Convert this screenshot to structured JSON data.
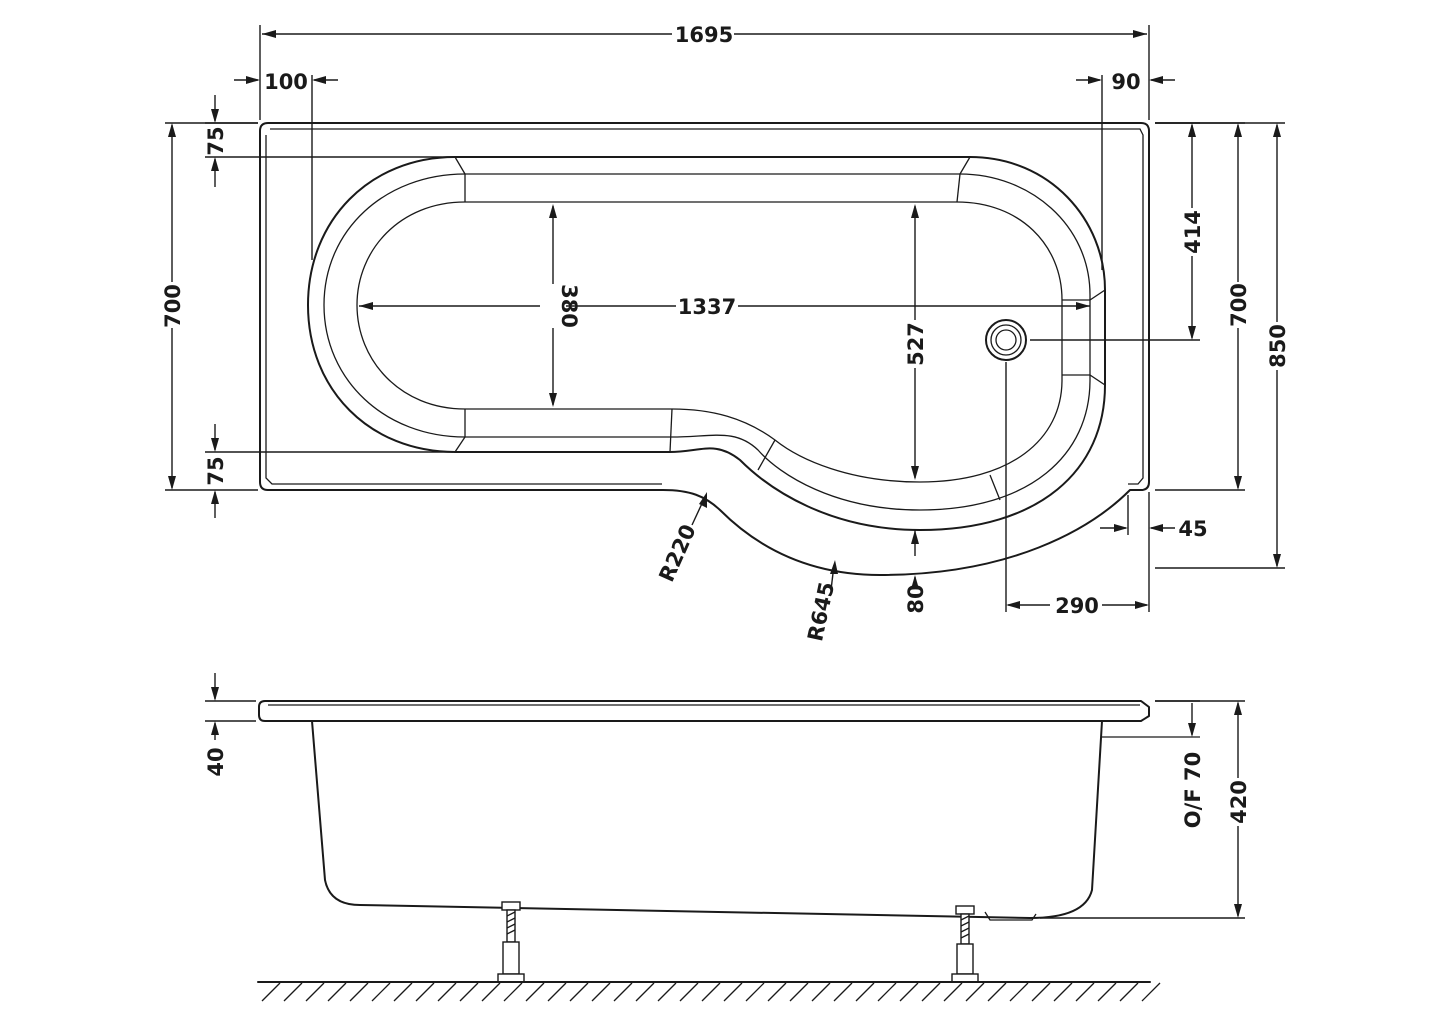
{
  "plan_view": {
    "overall_length": "1695",
    "left_deck": "100",
    "right_deck": "90",
    "top_rim": "75",
    "bottom_rim": "75",
    "left_width": "700",
    "bath_length": "1337",
    "end_width": "380",
    "inner_width": "527",
    "waste_offset": "414",
    "right_width_700": "700",
    "overall_width": "850",
    "radius_small": "R220",
    "radius_large": "R645",
    "curve_rim": "80",
    "waste_from_end": "290",
    "corner_inset": "45"
  },
  "side_view": {
    "rim_height": "40",
    "overflow": "O/F 70",
    "overall_height": "420"
  }
}
